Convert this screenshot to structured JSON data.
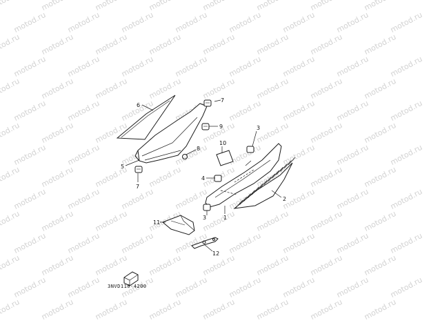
{
  "watermark": "motod.ru",
  "drawing_code": "3NVD110-4200",
  "callouts": {
    "c1": "1",
    "c2": "2",
    "c3a": "3",
    "c3b": "3",
    "c4": "4",
    "c5": "5",
    "c6": "6",
    "c7a": "7",
    "c7b": "7",
    "c8": "8",
    "c9": "9",
    "c10": "10",
    "c11": "11",
    "c12": "12"
  },
  "colors": {
    "line": "#1a1a1a",
    "watermark": "#d2d2d2",
    "background": "#ffffff"
  }
}
